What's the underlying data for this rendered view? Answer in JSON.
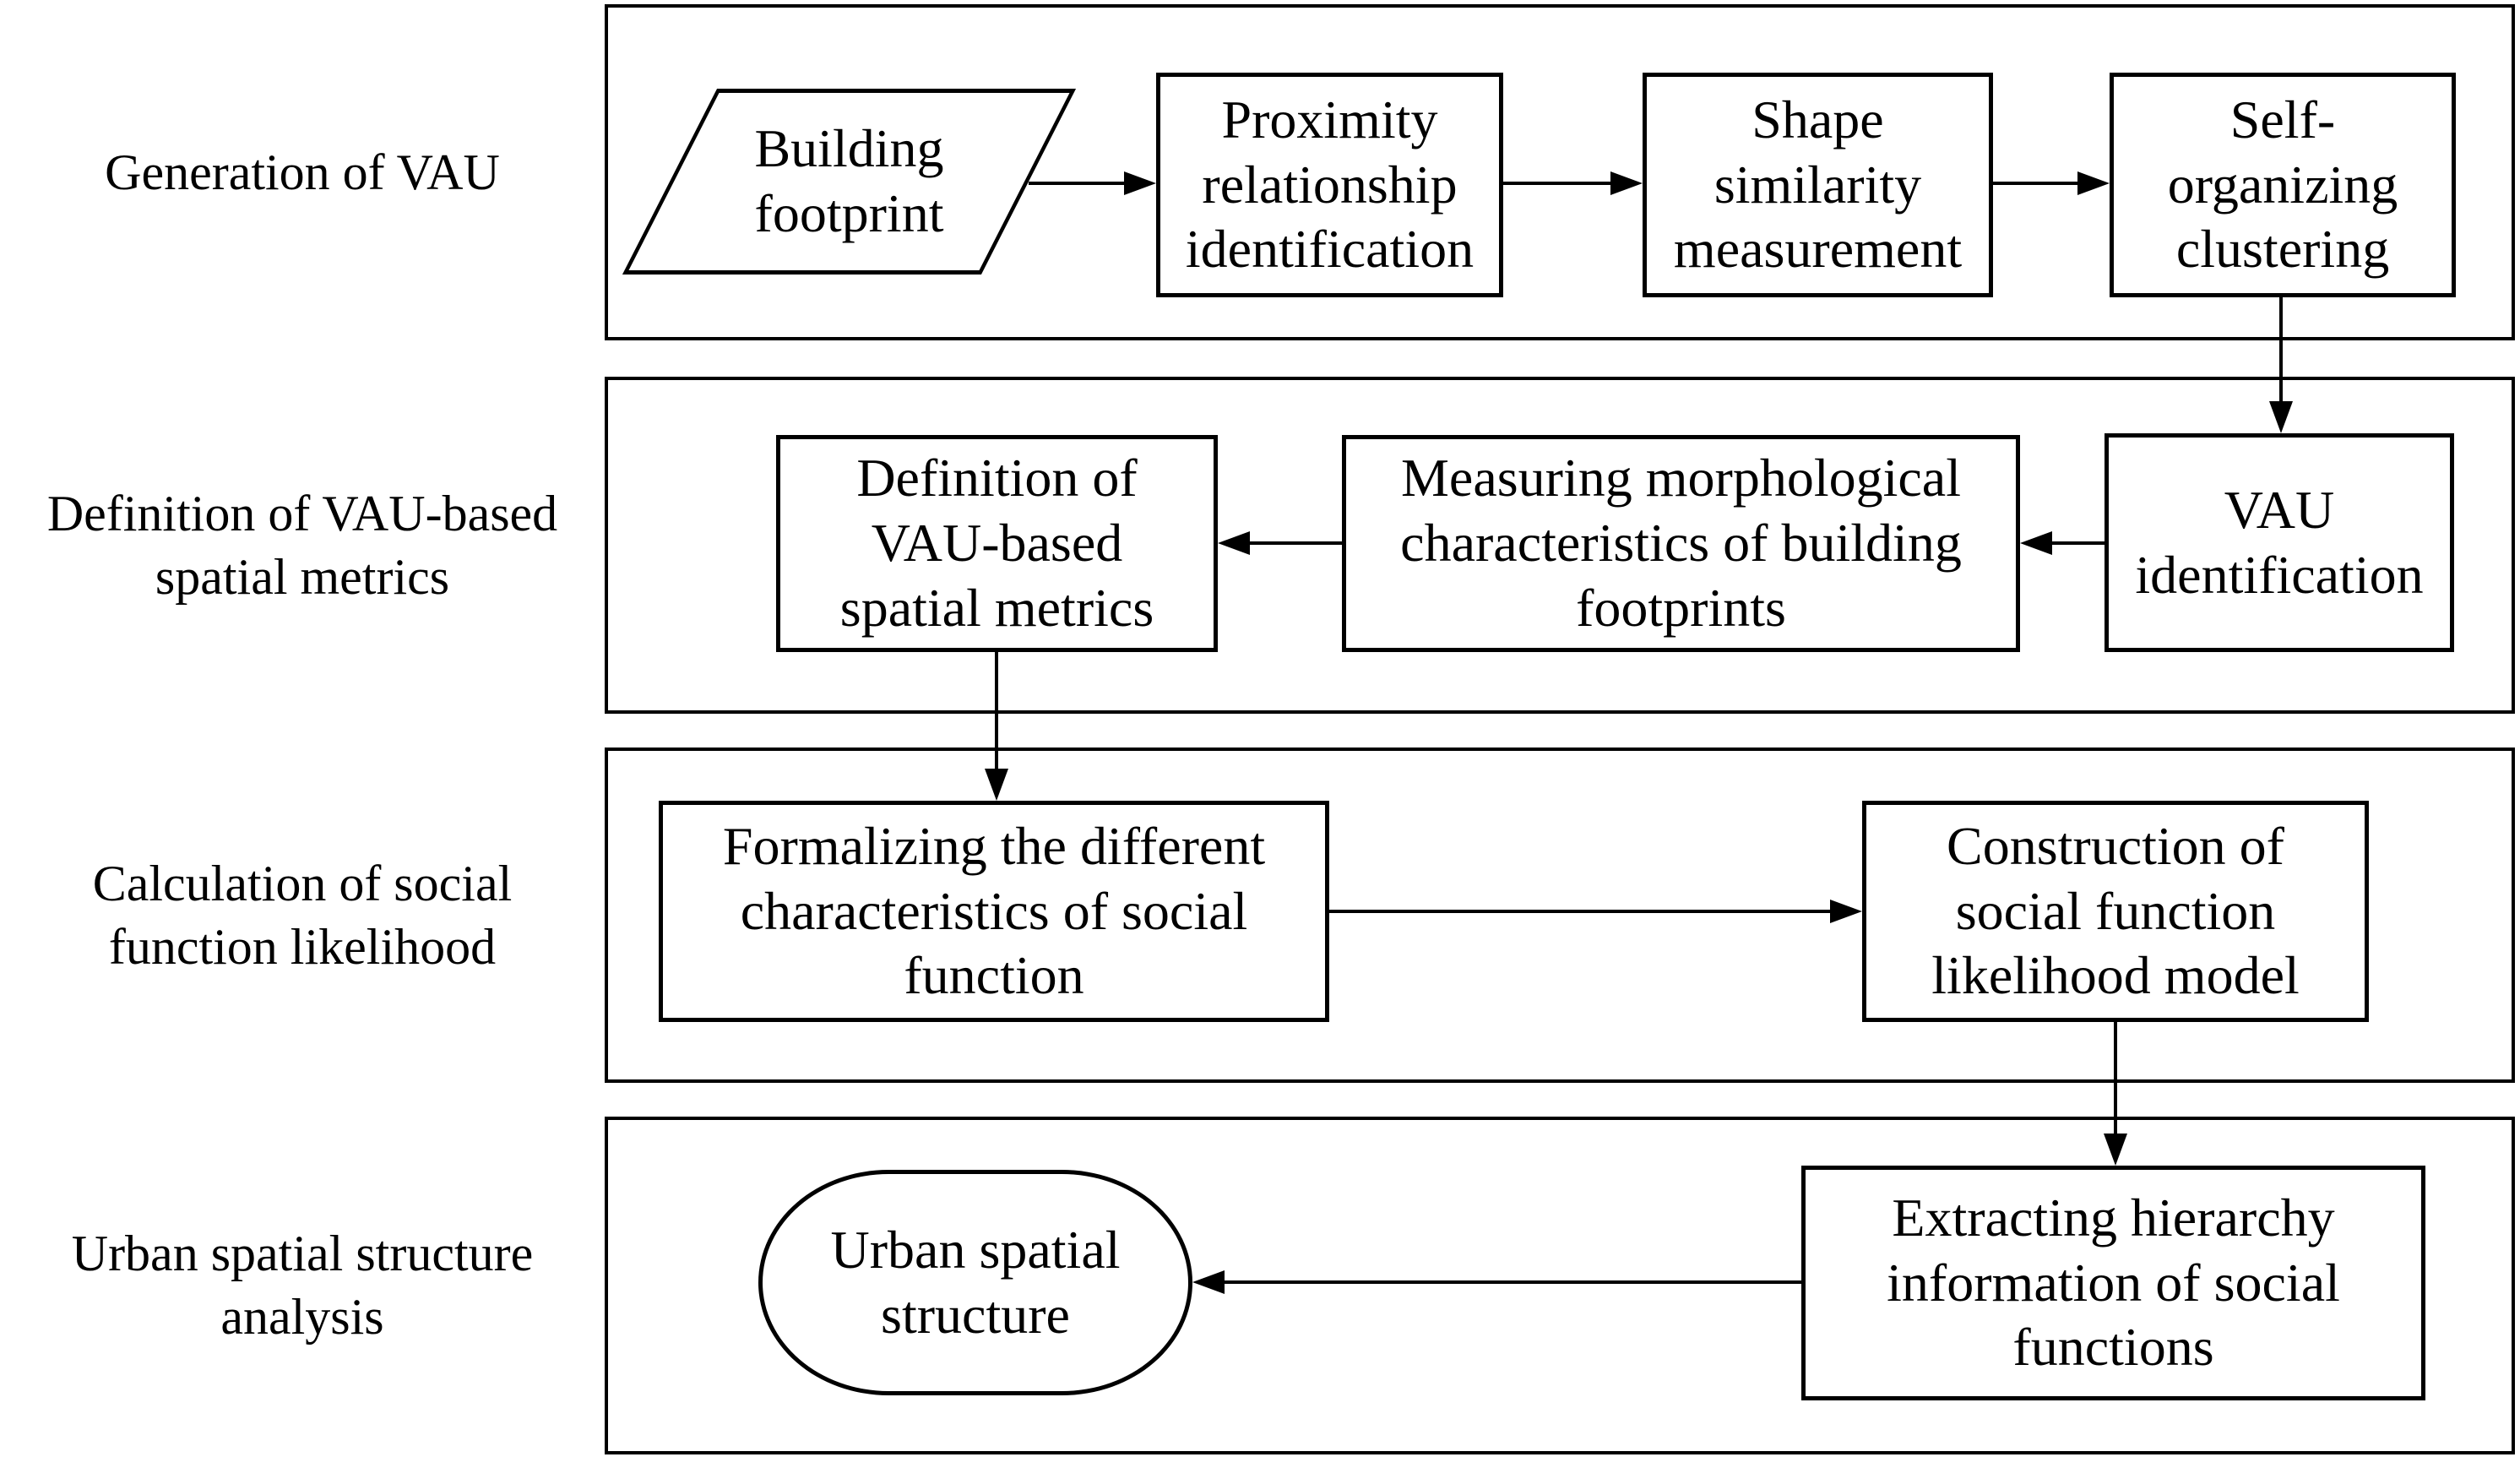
{
  "colors": {
    "ink": "#000000",
    "paper": "#ffffff"
  },
  "stages": [
    {
      "id": "generation",
      "title": [
        "Generation of VAU"
      ]
    },
    {
      "id": "definition",
      "title": [
        "Definition of VAU-based",
        "spatial metrics"
      ]
    },
    {
      "id": "calculation",
      "title": [
        "Calculation of social",
        "function likelihood"
      ]
    },
    {
      "id": "analysis",
      "title": [
        "Urban spatial structure",
        "analysis"
      ]
    }
  ],
  "nodes": {
    "building_footprint": {
      "shape": "parallelogram",
      "label": [
        "Building",
        "footprint"
      ]
    },
    "proximity_identification": {
      "shape": "rect",
      "label": [
        "Proximity",
        "relationship",
        "identification"
      ]
    },
    "shape_similarity": {
      "shape": "rect",
      "label": [
        "Shape",
        "similarity",
        "measurement"
      ]
    },
    "self_organizing": {
      "shape": "rect",
      "label": [
        "Self-",
        "organizing",
        "clustering"
      ]
    },
    "definition_metrics": {
      "shape": "rect",
      "label": [
        "Definition of",
        "VAU-based",
        "spatial metrics"
      ]
    },
    "measuring_morphological": {
      "shape": "rect",
      "label": [
        "Measuring morphological",
        "characteristics of building",
        "footprints"
      ]
    },
    "vau_identification": {
      "shape": "rect",
      "label": [
        "VAU",
        "identification"
      ]
    },
    "formalizing_characteristics": {
      "shape": "rect",
      "label": [
        "Formalizing the different",
        "characteristics of social",
        "function"
      ]
    },
    "construction_model": {
      "shape": "rect",
      "label": [
        "Construction of",
        "social function",
        "likelihood model"
      ]
    },
    "extracting_hierarchy": {
      "shape": "rect",
      "label": [
        "Extracting hierarchy",
        "information of social",
        "functions"
      ]
    },
    "urban_spatial_structure": {
      "shape": "stadium",
      "label": [
        "Urban spatial",
        "structure"
      ]
    }
  },
  "edges": [
    {
      "from": "building_footprint",
      "to": "proximity_identification"
    },
    {
      "from": "proximity_identification",
      "to": "shape_similarity"
    },
    {
      "from": "shape_similarity",
      "to": "self_organizing"
    },
    {
      "from": "self_organizing",
      "to": "vau_identification"
    },
    {
      "from": "vau_identification",
      "to": "measuring_morphological"
    },
    {
      "from": "measuring_morphological",
      "to": "definition_metrics"
    },
    {
      "from": "definition_metrics",
      "to": "formalizing_characteristics"
    },
    {
      "from": "formalizing_characteristics",
      "to": "construction_model"
    },
    {
      "from": "construction_model",
      "to": "extracting_hierarchy"
    },
    {
      "from": "extracting_hierarchy",
      "to": "urban_spatial_structure"
    }
  ]
}
